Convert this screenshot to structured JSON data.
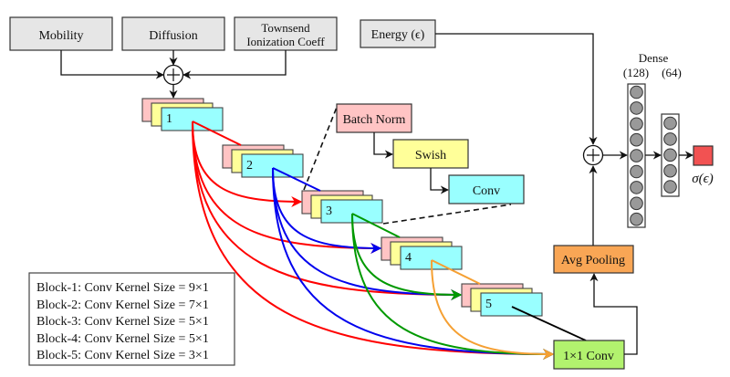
{
  "inputs": {
    "mobility": "Mobility",
    "diffusion": "Diffusion",
    "townsend_line1": "Townsend",
    "townsend_line2": "Ionization Coeff",
    "energy": "Energy (ϵ)"
  },
  "blocks": [
    {
      "label": "1",
      "color": "#ff0000"
    },
    {
      "label": "2",
      "color": "#0000ee"
    },
    {
      "label": "3",
      "color": "#009900"
    },
    {
      "label": "4",
      "color": "#f5a033"
    },
    {
      "label": "5",
      "color": "#000000"
    }
  ],
  "block_detail": {
    "batch_norm": "Batch Norm",
    "swish": "Swish",
    "conv": "Conv"
  },
  "head": {
    "conv1x1": "1×1 Conv",
    "avg_pooling": "Avg Pooling",
    "dense_title": "Dense",
    "dense_128": "(128)",
    "dense_64": "(64)",
    "dense_128_nodes": 9,
    "dense_64_nodes": 5,
    "output": "σ(ϵ)"
  },
  "legend": [
    "Block-1: Conv Kernel Size = 9×1",
    "Block-2: Conv Kernel Size = 7×1",
    "Block-3: Conv Kernel Size = 5×1",
    "Block-4: Conv Kernel Size = 5×1",
    "Block-5: Conv Kernel Size = 3×1"
  ],
  "colors": {
    "input_fill": "#e6e6e6",
    "pink": "#ffc4c4",
    "yellow": "#ffff99",
    "cyan": "#99ffff",
    "green_box": "#b2f26e",
    "orange_box": "#f9a655",
    "output_red": "#f25252",
    "node_gray": "#999999"
  }
}
